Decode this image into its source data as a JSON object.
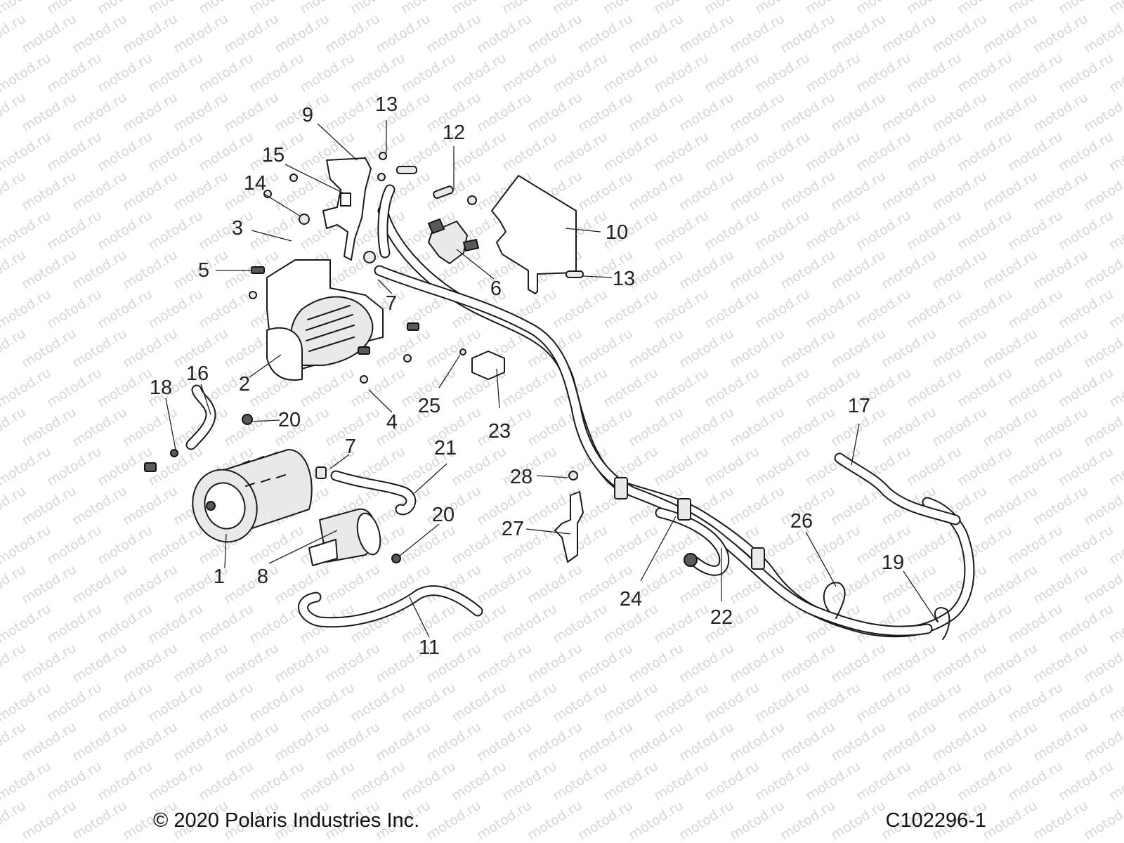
{
  "watermark_text": "motod.ru",
  "copyright": "© 2020 Polaris Industries Inc.",
  "drawing_number": "C102296-1",
  "callouts": [
    "1",
    "2",
    "3",
    "4",
    "5",
    "6",
    "7",
    "7",
    "8",
    "9",
    "10",
    "11",
    "12",
    "13",
    "13",
    "14",
    "15",
    "16",
    "17",
    "18",
    "19",
    "20",
    "20",
    "21",
    "22",
    "23",
    "24",
    "25",
    "26",
    "27",
    "28"
  ],
  "colors": {
    "line": "#1a1a1a",
    "watermark": "#d6d6d6",
    "background": "#ffffff"
  }
}
